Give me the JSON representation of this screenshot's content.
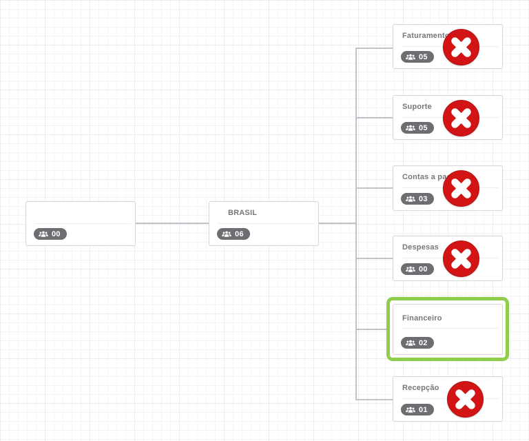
{
  "canvas": {
    "background": "#ffffff",
    "grid_minor_color": "#f4f4f7",
    "grid_major_color": "#ececf0",
    "connector_color": "#c2c2c8"
  },
  "colors": {
    "node_border": "#d5d5da",
    "node_title_text": "#76767b",
    "badge_background": "#6d6d72",
    "badge_text": "#ffffff",
    "delete_red": "#d21414",
    "selection_green": "#8fce4b"
  },
  "icons": {
    "members": "users-icon",
    "delete": "delete-x-icon"
  },
  "nodes": {
    "root": {
      "title": "",
      "member_count": "00"
    },
    "brasil": {
      "title": "BRASIL",
      "member_count": "06"
    },
    "faturamento": {
      "title": "Faturamento",
      "member_count": "05"
    },
    "suporte": {
      "title": "Suporte",
      "member_count": "05"
    },
    "contas_a_pagar": {
      "title": "Contas a pagar",
      "member_count": "03"
    },
    "despesas": {
      "title": "Despesas",
      "member_count": "00"
    },
    "financeiro": {
      "title": "Financeiro",
      "member_count": "02"
    },
    "recepcao": {
      "title": "Recepção",
      "member_count": "01"
    }
  }
}
